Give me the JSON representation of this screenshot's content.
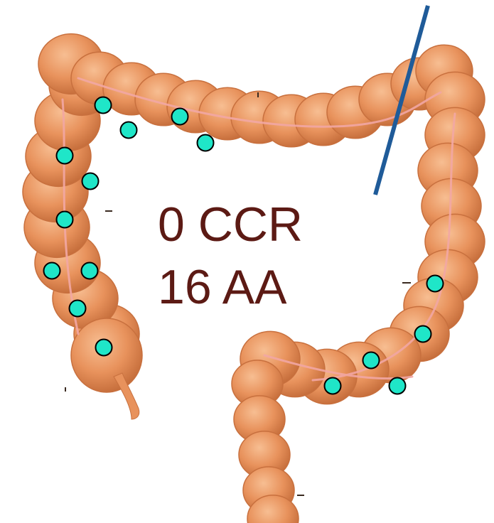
{
  "annotation": {
    "line1": "0 CCR",
    "line2": "16 AA",
    "text_color": "#5C1A14"
  },
  "colors": {
    "colon_fill": "#E8925C",
    "colon_dark": "#C8703E",
    "colon_highlight": "#F6B88C",
    "vessel": "#F2A7A4",
    "lesion_dot": "#1FE6C8",
    "resection_line": "#1F5B99"
  },
  "lesion_count": 16
}
